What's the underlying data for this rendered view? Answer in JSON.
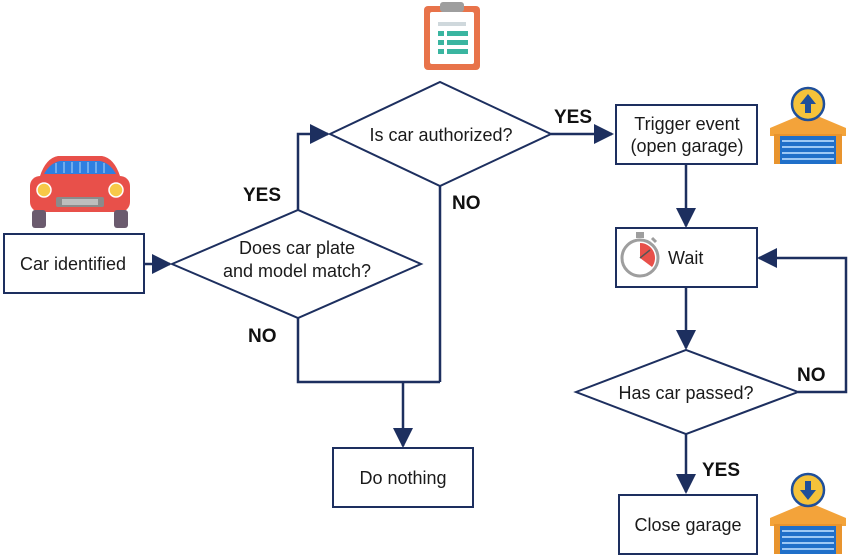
{
  "colors": {
    "line": "#1d2f5f",
    "box_border": "#1d2f5f",
    "car": "#e8504a",
    "car_window": "#2f7fe0",
    "clipboard": "#e8734a",
    "clipboard_lines": "#3ab5a0",
    "garage_roof": "#f3a33a",
    "garage_door": "#1f6fc9",
    "badge": "#f5c23a"
  },
  "icons": {
    "car": "car-icon",
    "clipboard": "clipboard-icon",
    "open_garage": "garage-open-icon",
    "close_garage": "garage-close-icon",
    "stopwatch": "stopwatch-icon"
  },
  "nodes": {
    "car_identified": "Car identified",
    "plate_match_line1": "Does car plate",
    "plate_match_line2": "and model match?",
    "authorized": "Is car authorized?",
    "trigger_line1": "Trigger event",
    "trigger_line2": "(open garage)",
    "wait": "Wait",
    "has_passed": "Has car passed?",
    "do_nothing": "Do nothing",
    "close_garage": "Close garage"
  },
  "edge_labels": {
    "plate_yes": "YES",
    "plate_no": "NO",
    "auth_yes": "YES",
    "auth_no": "NO",
    "passed_no": "NO",
    "passed_yes": "YES"
  }
}
